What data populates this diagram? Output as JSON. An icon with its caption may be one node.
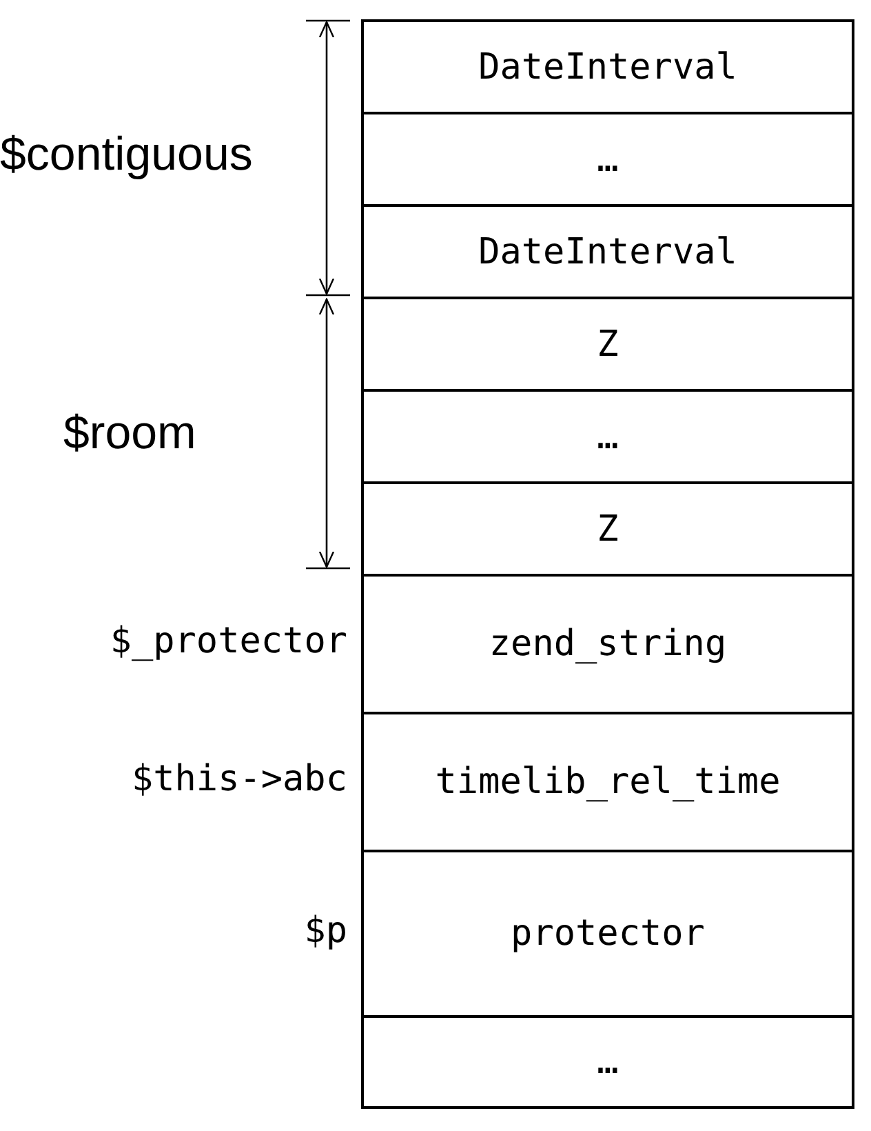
{
  "diagram": {
    "nodes": [
      {
        "text": [
          "DateInterval"
        ]
      },
      {
        "text": [
          "…"
        ]
      },
      {
        "text": [
          "DateInterval"
        ]
      },
      {
        "text": [
          "Z"
        ]
      },
      {
        "text": [
          "…"
        ]
      },
      {
        "text": [
          "Z"
        ]
      },
      {
        "text": [
          "zend_string"
        ],
        "beside": [
          "$_protector"
        ]
      },
      {
        "text": [
          "timelib_rel_time"
        ],
        "beside": [
          "$this->abc"
        ]
      },
      {
        "text": [
          "protector"
        ],
        "beside": [
          "$p"
        ]
      },
      {
        "text": [
          "…"
        ]
      }
    ],
    "labels": [
      "$contiguous",
      "$room"
    ]
  }
}
